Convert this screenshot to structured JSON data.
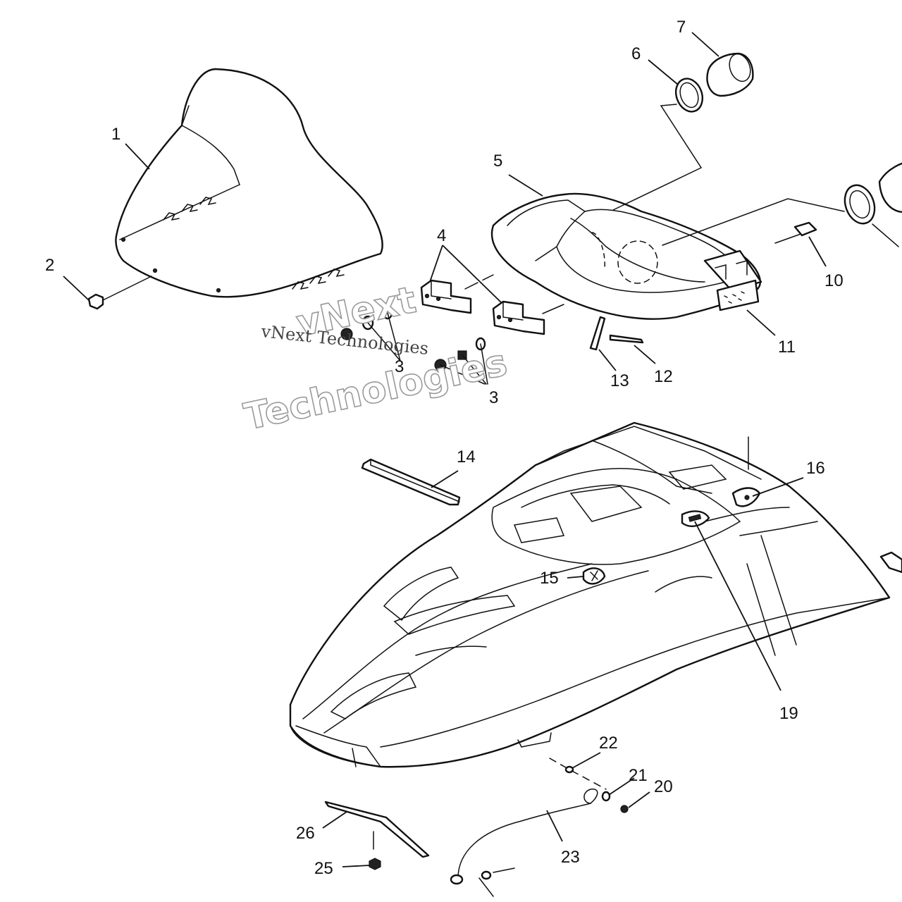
{
  "callouts": [
    {
      "label": "1"
    },
    {
      "label": "2"
    },
    {
      "label": "3"
    },
    {
      "label": "3"
    },
    {
      "label": "4"
    },
    {
      "label": "5"
    },
    {
      "label": "6"
    },
    {
      "label": "7"
    },
    {
      "label": "10"
    },
    {
      "label": "11"
    },
    {
      "label": "12"
    },
    {
      "label": "13"
    },
    {
      "label": "14"
    },
    {
      "label": "15"
    },
    {
      "label": "16"
    },
    {
      "label": "19"
    },
    {
      "label": "20"
    },
    {
      "label": "21"
    },
    {
      "label": "22"
    },
    {
      "label": "23"
    },
    {
      "label": "25"
    },
    {
      "label": "26"
    }
  ],
  "watermark": {
    "line1": "vNext",
    "line2": "Technologies",
    "small": "vNext Technologies"
  },
  "colors": {
    "line": "#111111",
    "background": "#ffffff",
    "watermark_outline": "#9a9a9a"
  }
}
